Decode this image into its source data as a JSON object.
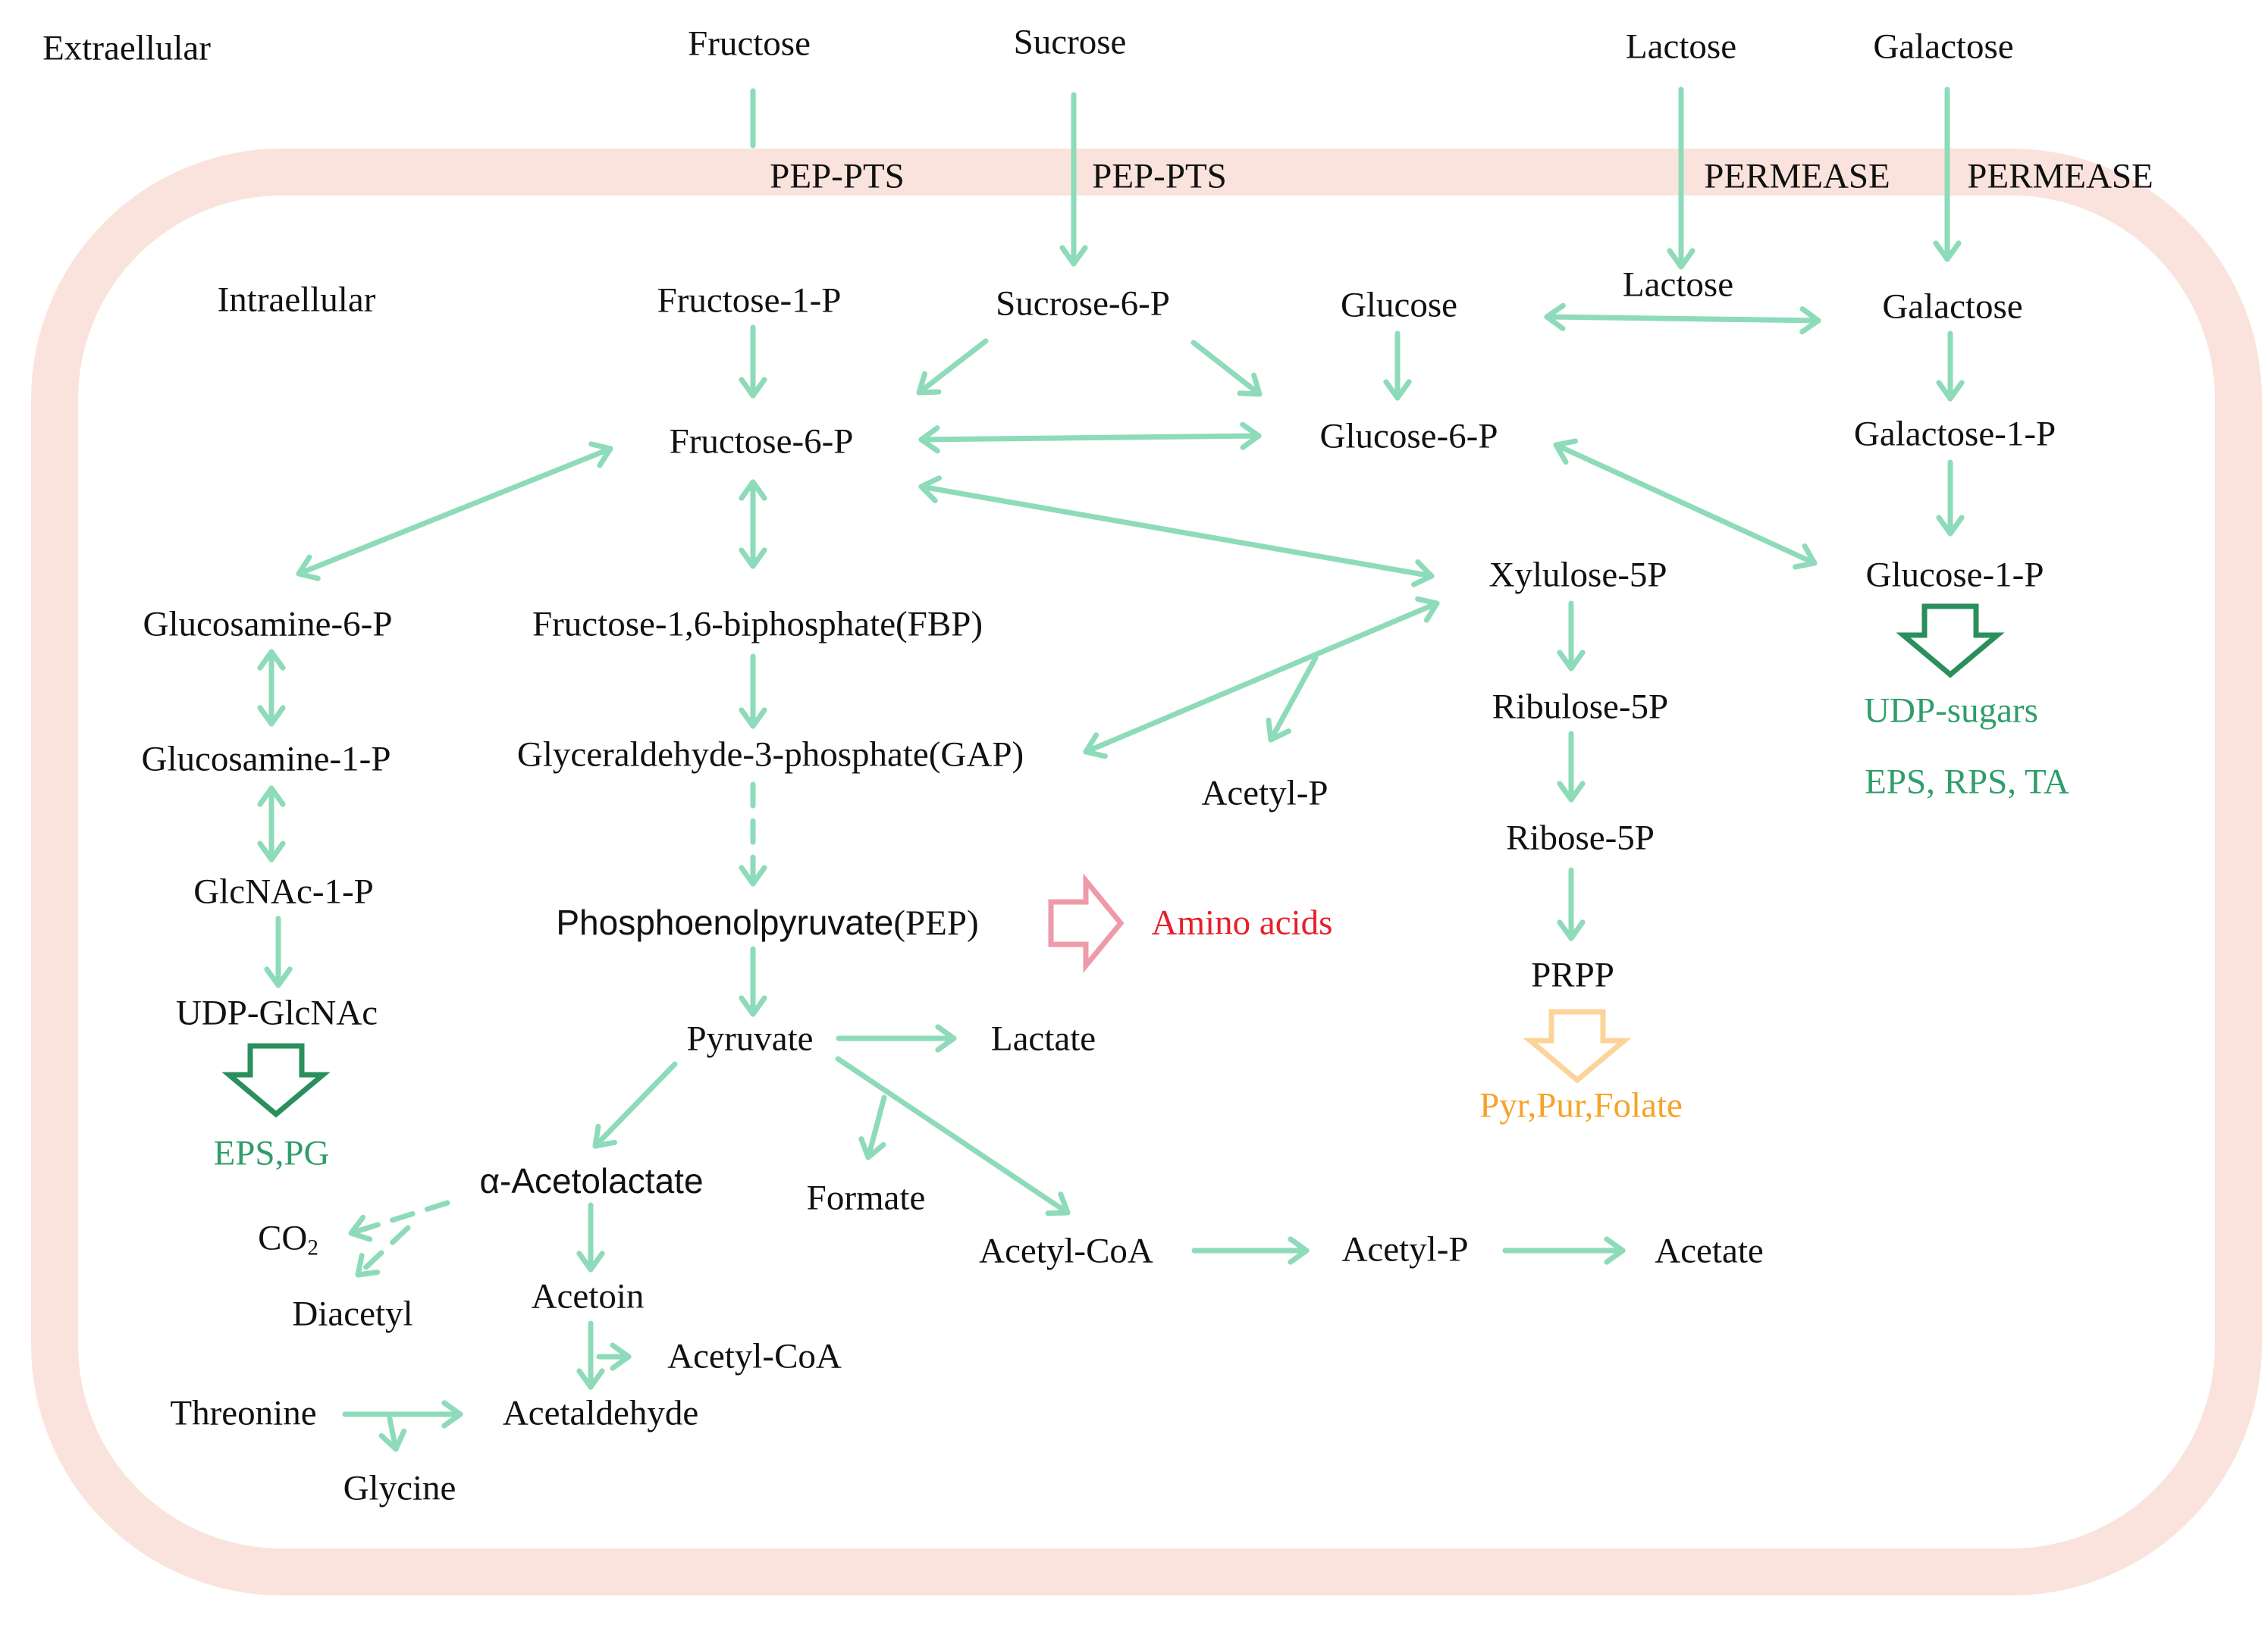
{
  "colors": {
    "membrane": "#fbe3dd",
    "arrow": "#8edbb9",
    "green": "#2f9e6a",
    "export_green": "#2a8f5c",
    "red": "#e5202a",
    "pink_arrow": "#ef9aa9",
    "orange": "#f5a32a",
    "orange_arrow": "#fcd49a"
  },
  "regions": {
    "extracellular": "Extraellular",
    "intracellular": "Intraellular"
  },
  "transporters": {
    "pep_pts_1": "PEP-PTS",
    "pep_pts_2": "PEP-PTS",
    "permease_1": "PERMEASE",
    "permease_2": "PERMEASE"
  },
  "extracellular_sugars": {
    "fructose": "Fructose",
    "sucrose": "Sucrose",
    "lactose": "Lactose",
    "galactose": "Galactose"
  },
  "metabolites": {
    "fructose_1p": "Fructose-1-P",
    "sucrose_6p": "Sucrose-6-P",
    "glucose": "Glucose",
    "lactose": "Lactose",
    "galactose": "Galactose",
    "fructose_6p": "Fructose-6-P",
    "glucose_6p": "Glucose-6-P",
    "galactose_1p": "Galactose-1-P",
    "xylulose_5p": "Xylulose-5P",
    "glucose_1p": "Glucose-1-P",
    "glucosamine_6p": "Glucosamine-6-P",
    "fbp": "Fructose-1,6-biphosphate(FBP)",
    "ribulose_5p": "Ribulose-5P",
    "glucosamine_1p": "Glucosamine-1-P",
    "gap": "Glyceraldehyde-3-phosphate(GAP)",
    "acetyl_p_upper": "Acetyl-P",
    "ribose_5p": "Ribose-5P",
    "glcnac_1p": "GlcNAc-1-P",
    "pep_name": "Phosphoenolpyruvate",
    "pep_abbrev": "(PEP)",
    "prpp": "PRPP",
    "udp_glcnac": "UDP-GlcNAc",
    "pyruvate": "Pyruvate",
    "lactate": "Lactate",
    "acetolactate": "α-Acetolactate",
    "formate": "Formate",
    "co2_base": "CO",
    "co2_sub": "2",
    "acetyl_coa": "Acetyl-CoA",
    "acetyl_p_lower": "Acetyl-P",
    "acetate": "Acetate",
    "diacetyl": "Diacetyl",
    "acetoin": "Acetoin",
    "acetyl_coa_2": "Acetyl-CoA",
    "threonine": "Threonine",
    "acetaldehyde": "Acetaldehyde",
    "glycine": "Glycine"
  },
  "products": {
    "amino_acids": "Amino acids",
    "udp_sugars": "UDP-sugars",
    "eps_rps_ta": "EPS, RPS, TA",
    "eps_pg": "EPS,PG",
    "pyr_pur_folate": "Pyr,Pur,Folate"
  },
  "icons": {
    "flow_arrow": "arrow-icon",
    "export_arrow": "hollow-down-arrow-icon",
    "product_arrow": "hollow-right-arrow-icon"
  }
}
